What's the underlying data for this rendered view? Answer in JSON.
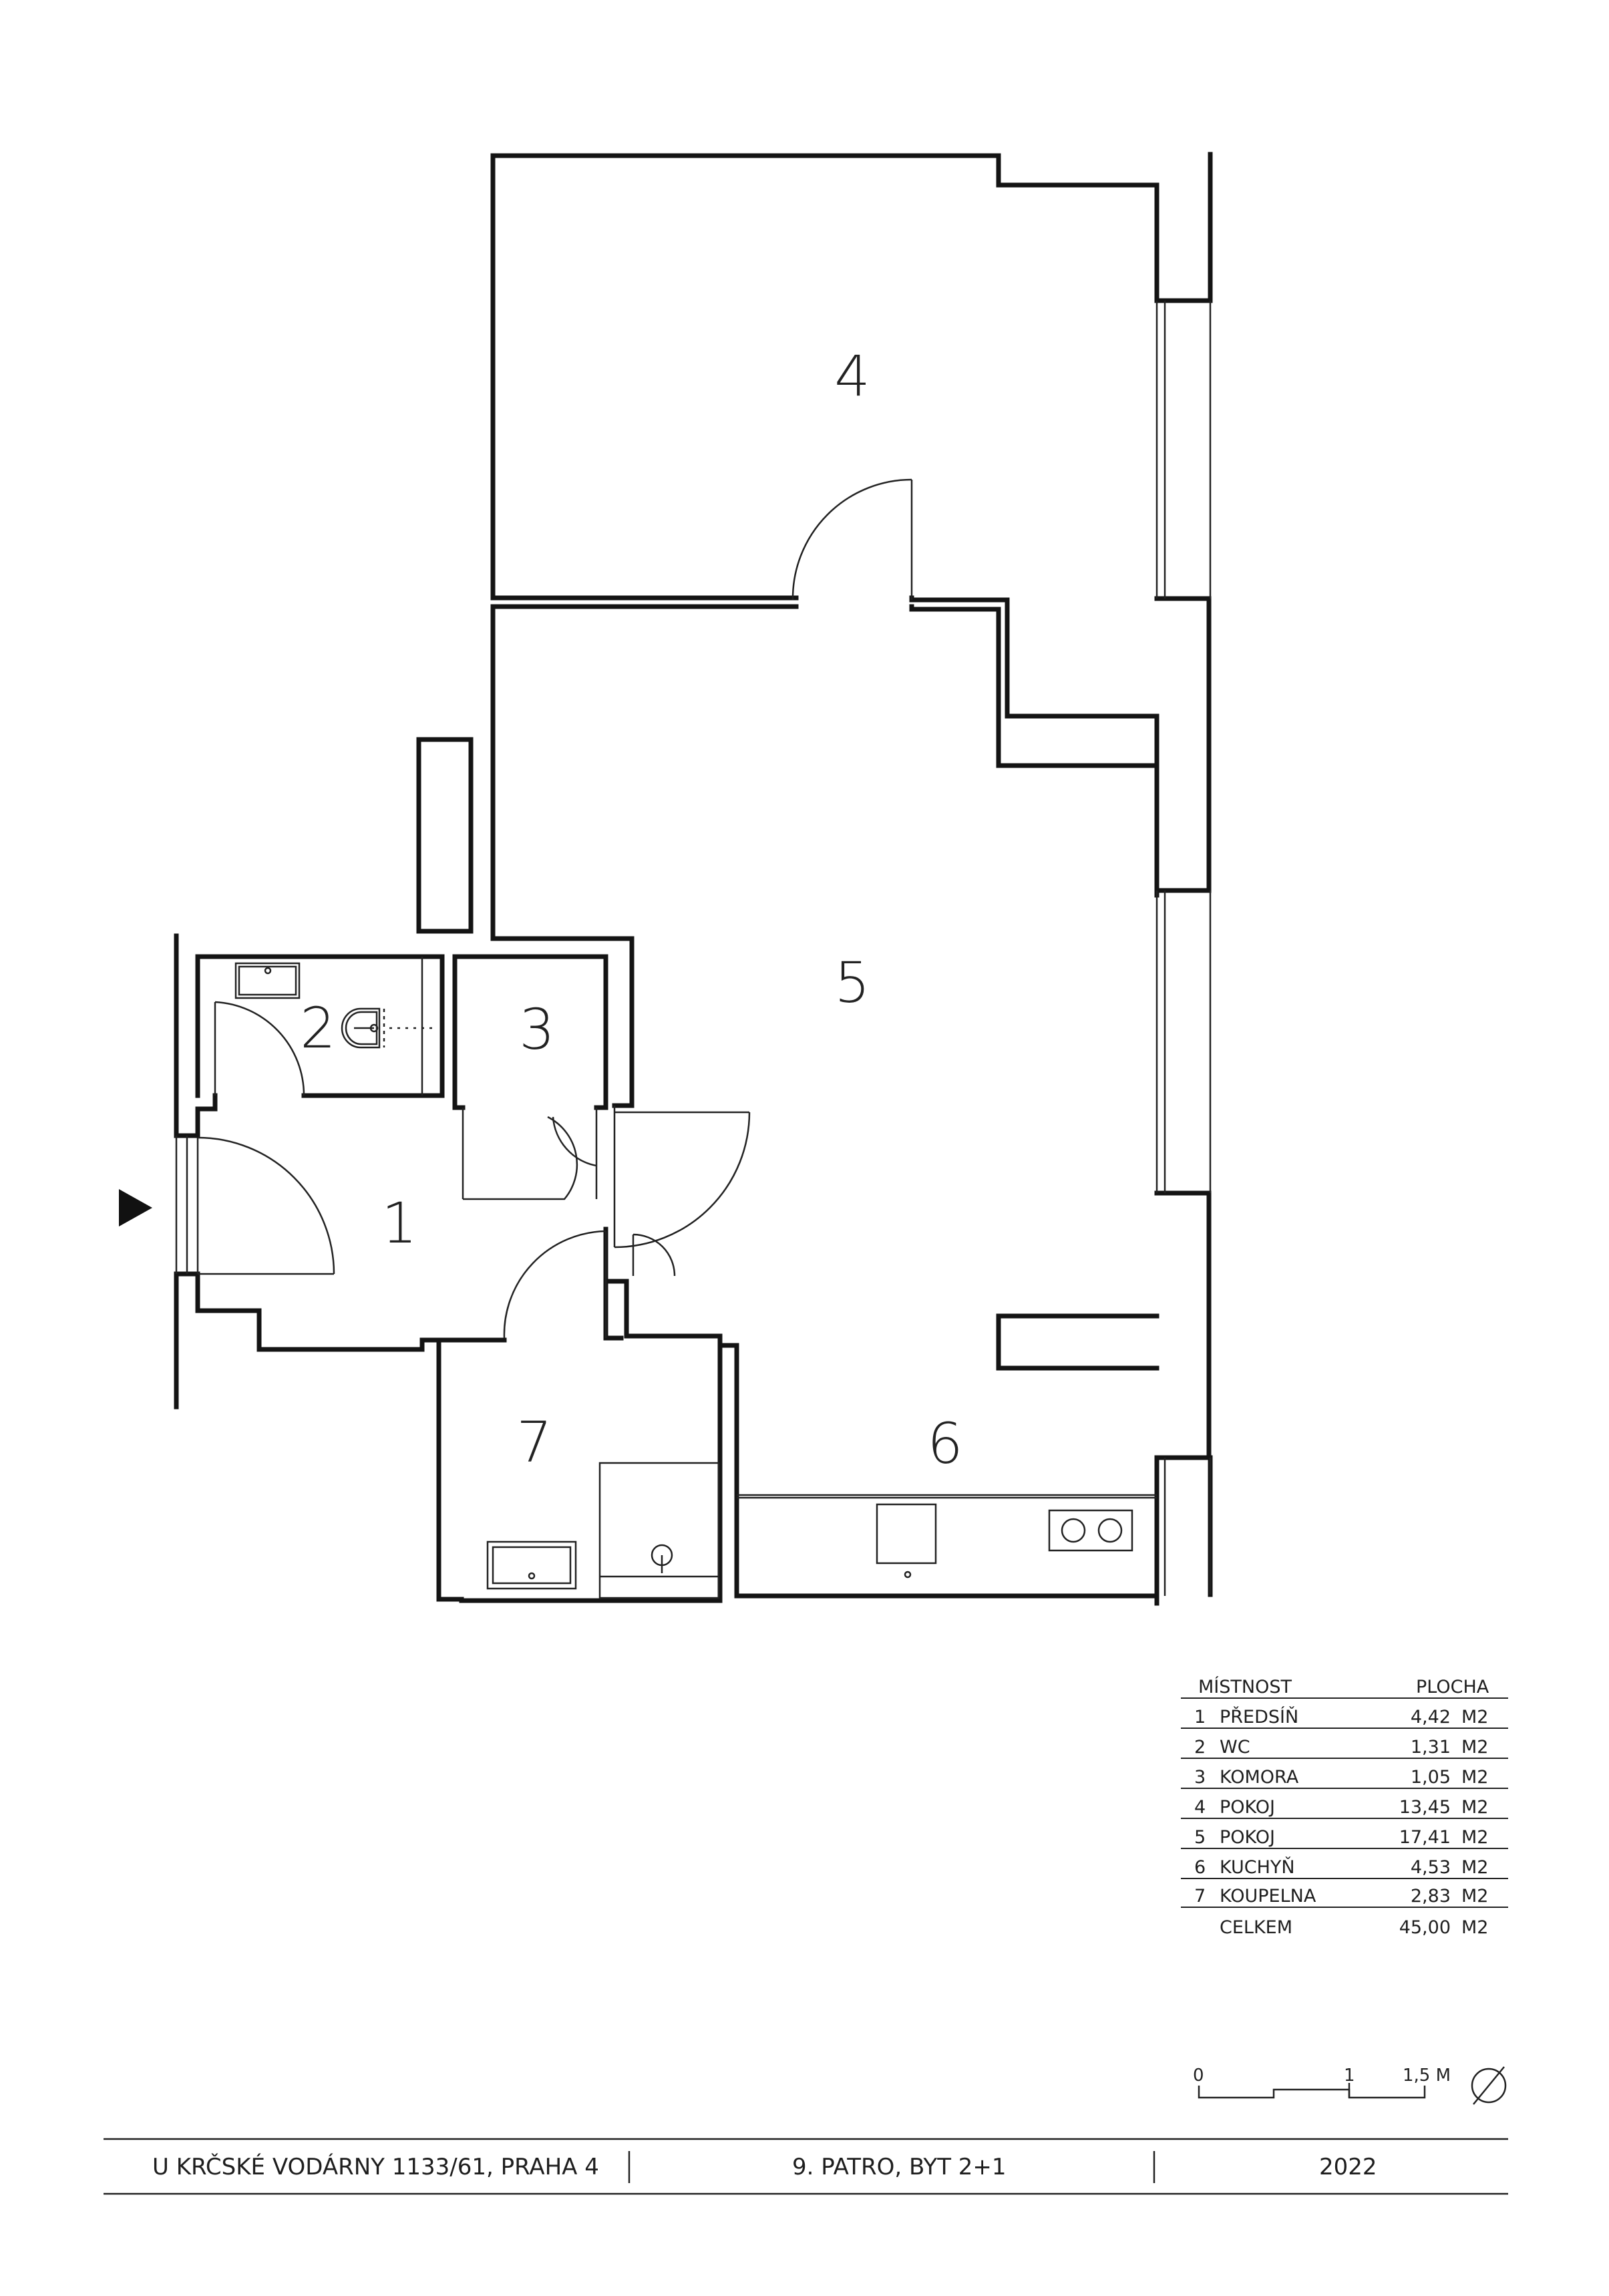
{
  "rooms": [
    {
      "num": "1"
    },
    {
      "num": "2"
    },
    {
      "num": "3"
    },
    {
      "num": "4"
    },
    {
      "num": "5"
    },
    {
      "num": "6"
    },
    {
      "num": "7"
    }
  ],
  "legend": {
    "col_room": "MÍSTNOST",
    "col_area": "PLOCHA",
    "rows": [
      {
        "no": "1",
        "name": "PŘEDSÍŇ",
        "area": "4,42",
        "unit": "M2"
      },
      {
        "no": "2",
        "name": "WC",
        "area": "1,31",
        "unit": "M2"
      },
      {
        "no": "3",
        "name": "KOMORA",
        "area": "1,05",
        "unit": "M2"
      },
      {
        "no": "4",
        "name": "POKOJ",
        "area": "13,45",
        "unit": "M2"
      },
      {
        "no": "5",
        "name": "POKOJ",
        "area": "17,41",
        "unit": "M2"
      },
      {
        "no": "6",
        "name": "KUCHYŇ",
        "area": "4,53",
        "unit": "M2"
      },
      {
        "no": "7",
        "name": "KOUPELNA",
        "area": "2,83",
        "unit": "M2"
      }
    ],
    "total": {
      "name": "CELKEM",
      "area": "45,00",
      "unit": "M2"
    }
  },
  "scale": {
    "l0": "0",
    "l1": "1",
    "l2": "1,5 M"
  },
  "footer": {
    "address": "U KRČSKÉ VODÁRNY 1133/61, PRAHA 4",
    "floor": "9. PATRO, BYT 2+1",
    "year": "2022"
  }
}
